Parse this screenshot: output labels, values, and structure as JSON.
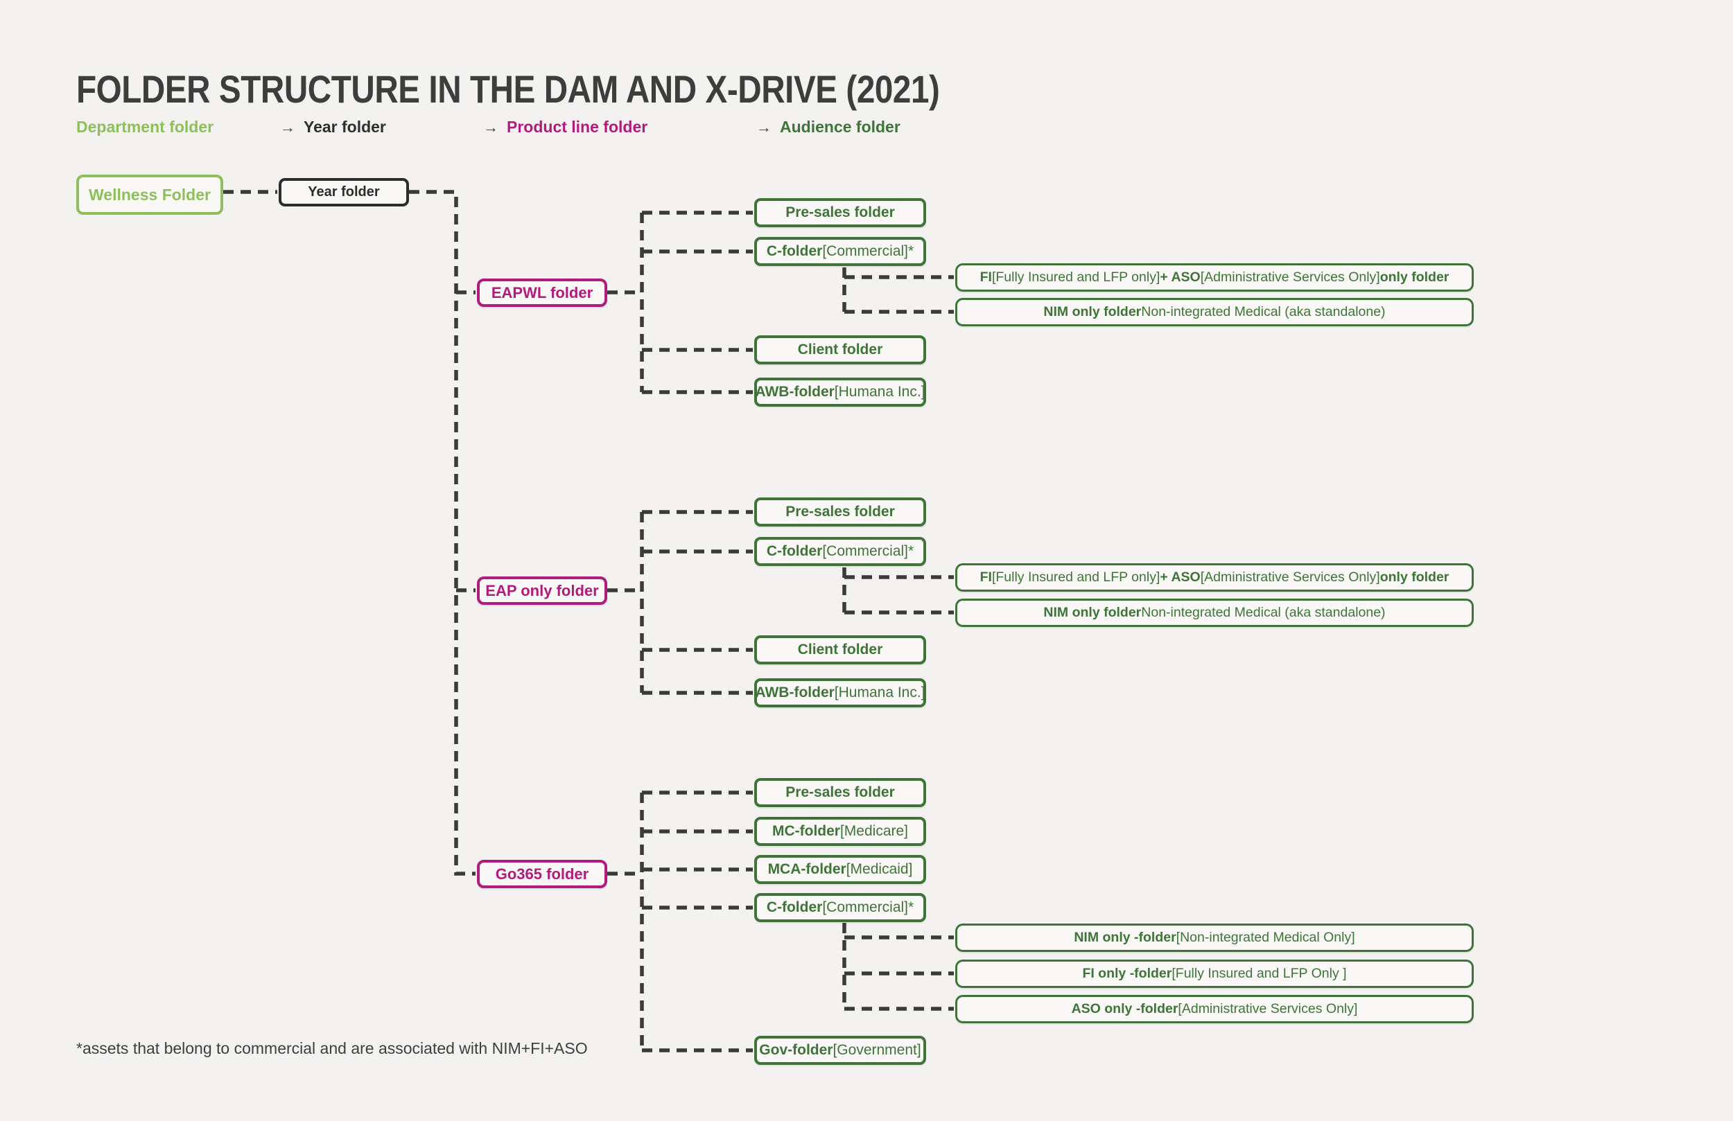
{
  "title": "FOLDER STRUCTURE IN THE DAM AND X-DRIVE (2021)",
  "legend": {
    "arrow": "→",
    "items": [
      {
        "label": "Department folder"
      },
      {
        "label": "Year folder"
      },
      {
        "label": "Product line folder"
      },
      {
        "label": "Audience folder"
      }
    ]
  },
  "tree": {
    "department": "Wellness Folder",
    "year": "Year folder",
    "sections": [
      {
        "label": "EAPWL folder",
        "children": [
          {
            "segments": [
              {
                "t": "Pre-sales folder",
                "b": true
              }
            ]
          },
          {
            "segments": [
              {
                "t": "C-folder",
                "b": true
              },
              {
                "t": " [Commercial]*",
                "b": false
              }
            ]
          },
          {
            "segments": [
              {
                "t": "Client folder",
                "b": true
              }
            ]
          },
          {
            "segments": [
              {
                "t": "AWB-folder",
                "b": true
              },
              {
                "t": " [Humana Inc.]",
                "b": false
              }
            ]
          }
        ],
        "audience": [
          {
            "segments": [
              {
                "t": "FI",
                "b": true
              },
              {
                "t": " [Fully Insured and LFP only] ",
                "b": false
              },
              {
                "t": "+ ASO",
                "b": true
              },
              {
                "t": " [Administrative Services Only] ",
                "b": false
              },
              {
                "t": "only folder",
                "b": true
              }
            ]
          },
          {
            "segments": [
              {
                "t": "NIM only folder",
                "b": true
              },
              {
                "t": " Non-integrated Medical (aka standalone)",
                "b": false
              }
            ]
          }
        ]
      },
      {
        "label": "EAP only folder",
        "children": [
          {
            "segments": [
              {
                "t": "Pre-sales folder",
                "b": true
              }
            ]
          },
          {
            "segments": [
              {
                "t": "C-folder",
                "b": true
              },
              {
                "t": " [Commercial]*",
                "b": false
              }
            ]
          },
          {
            "segments": [
              {
                "t": "Client folder",
                "b": true
              }
            ]
          },
          {
            "segments": [
              {
                "t": "AWB-folder",
                "b": true
              },
              {
                "t": " [Humana Inc.]",
                "b": false
              }
            ]
          }
        ],
        "audience": [
          {
            "segments": [
              {
                "t": "FI",
                "b": true
              },
              {
                "t": " [Fully Insured and LFP only] ",
                "b": false
              },
              {
                "t": "+ ASO",
                "b": true
              },
              {
                "t": " [Administrative Services Only] ",
                "b": false
              },
              {
                "t": "only folder",
                "b": true
              }
            ]
          },
          {
            "segments": [
              {
                "t": "NIM only folder",
                "b": true
              },
              {
                "t": " Non-integrated Medical (aka standalone)",
                "b": false
              }
            ]
          }
        ]
      },
      {
        "label": "Go365 folder",
        "children": [
          {
            "segments": [
              {
                "t": "Pre-sales folder",
                "b": true
              }
            ]
          },
          {
            "segments": [
              {
                "t": "MC-folder",
                "b": true
              },
              {
                "t": " [Medicare]",
                "b": false
              }
            ]
          },
          {
            "segments": [
              {
                "t": "MCA-folder",
                "b": true
              },
              {
                "t": " [Medicaid]",
                "b": false
              }
            ]
          },
          {
            "segments": [
              {
                "t": "C-folder",
                "b": true
              },
              {
                "t": " [Commercial]*",
                "b": false
              }
            ]
          },
          {
            "segments": [
              {
                "t": "Gov-folder",
                "b": true
              },
              {
                "t": " [Government]",
                "b": false
              }
            ]
          }
        ],
        "audience": [
          {
            "segments": [
              {
                "t": "NIM only -folder",
                "b": true
              },
              {
                "t": " [Non-integrated Medical Only]",
                "b": false
              }
            ]
          },
          {
            "segments": [
              {
                "t": "FI only -folder",
                "b": true
              },
              {
                "t": " [Fully Insured and LFP Only ]",
                "b": false
              }
            ]
          },
          {
            "segments": [
              {
                "t": "ASO only -folder",
                "b": true
              },
              {
                "t": " [Administrative Services Only]",
                "b": false
              }
            ]
          }
        ]
      }
    ]
  },
  "footnote": "*assets that belong to commercial and are associated with NIM+FI+ASO",
  "colors": {
    "bg": "#f3f2f0",
    "box_fill": "#f9f8f6",
    "line": "#3b3a39",
    "light_green": "#8dbf5a",
    "dark_green": "#3f7438",
    "magenta": "#b01b7d",
    "ink": "#3d3d3c"
  }
}
